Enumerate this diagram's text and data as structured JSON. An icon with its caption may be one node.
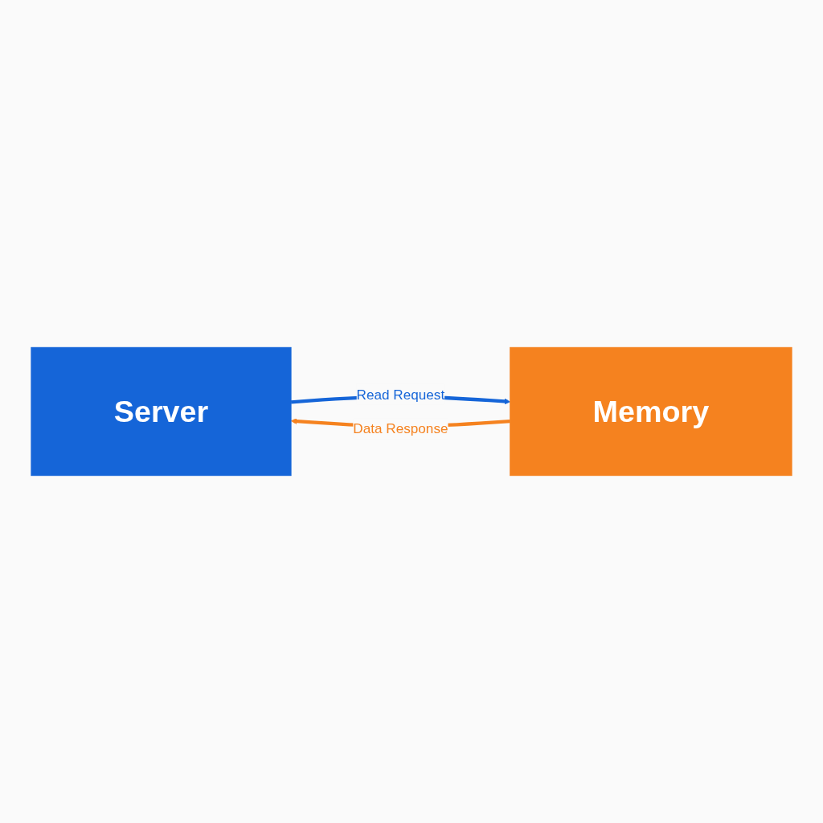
{
  "diagram": {
    "nodes": [
      {
        "text": [
          "Server"
        ]
      },
      {
        "text": [
          "Memory"
        ]
      }
    ],
    "edges": [
      {
        "from": 0,
        "to": 1,
        "arrow": "to",
        "label": "Read Request",
        "color": "#1565d8"
      },
      {
        "from": 1,
        "to": 0,
        "arrow": "to",
        "label": "Data Response",
        "color": "#f5821f"
      }
    ]
  }
}
